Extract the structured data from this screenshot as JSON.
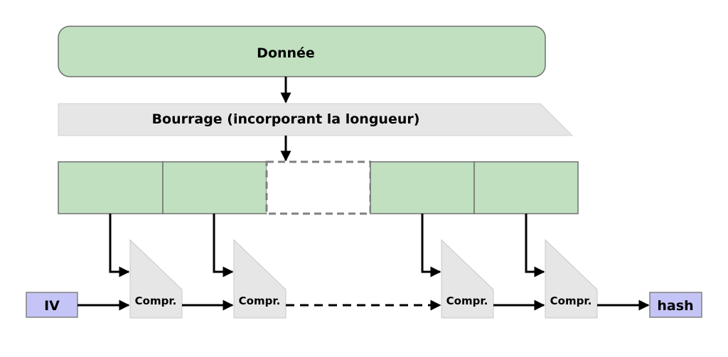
{
  "diagram": {
    "data_label": "Donnée",
    "padding_label": "Bourrage (incorporant la longueur)",
    "iv_label": "IV",
    "hash_label": "hash",
    "compress_labels": [
      "Compr.",
      "Compr.",
      "Compr.",
      "Compr."
    ],
    "colors": {
      "green_fill": "#c0e0c0",
      "gray_fill": "#e6e6e6",
      "purple_fill": "#c4c4f6",
      "stroke": "#808080",
      "arrow": "#000000"
    }
  }
}
